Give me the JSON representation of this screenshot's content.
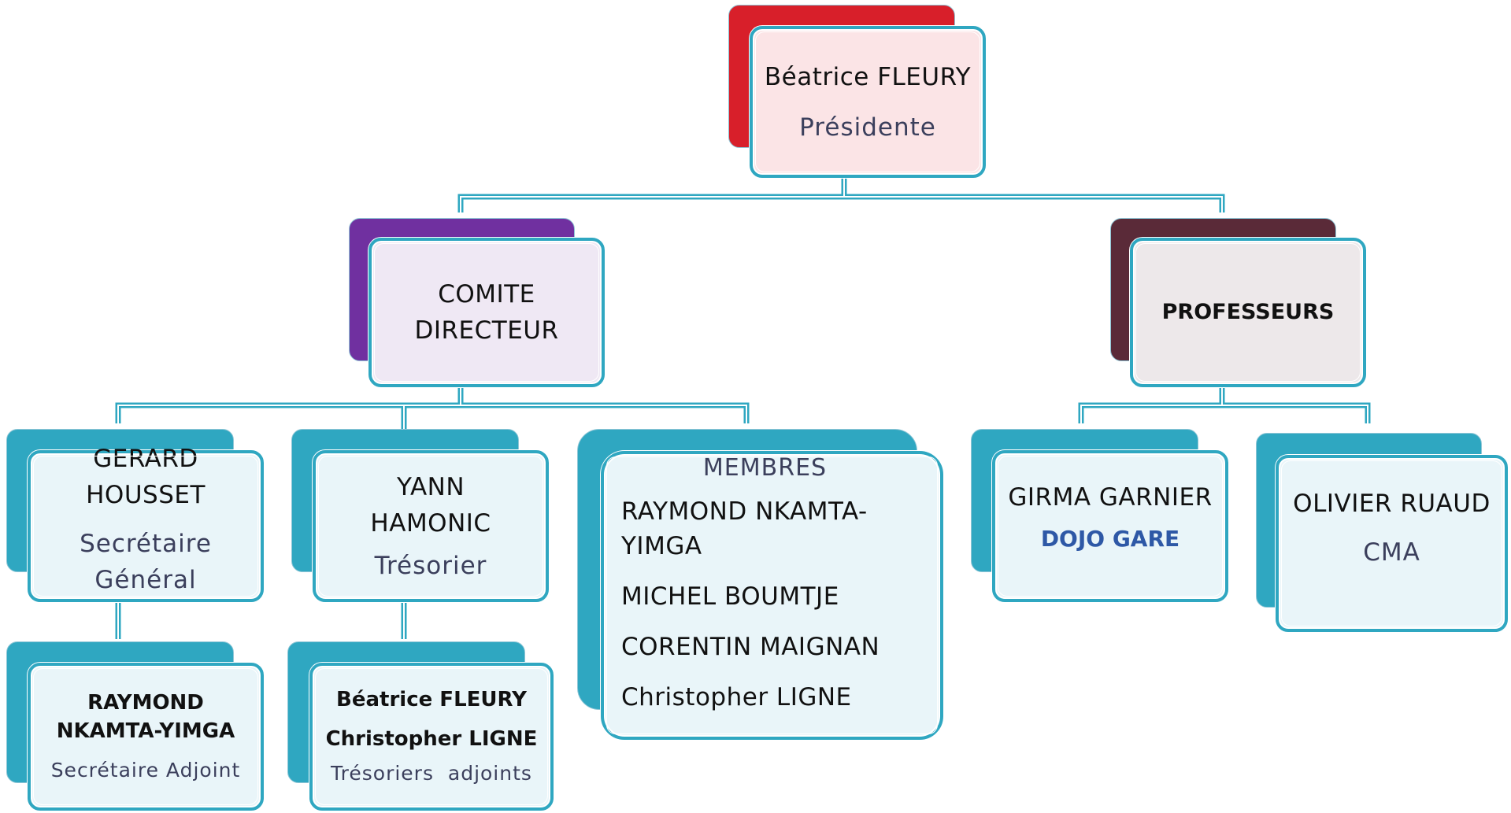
{
  "president": {
    "name": "Béatrice FLEURY",
    "role": "Présidente"
  },
  "comite": {
    "line1": "COMITE",
    "line2": "DIRECTEUR"
  },
  "professeurs": {
    "label": "PROFESSEURS"
  },
  "secretaire": {
    "first": "GERARD",
    "last": "HOUSSET",
    "role_line1": "Secrétaire",
    "role_line2": "Général"
  },
  "tresorier": {
    "first": "YANN",
    "last": "HAMONIC",
    "role": "Trésorier"
  },
  "membres": {
    "title": "MEMBRES",
    "items": [
      "RAYMOND NKAMTA-",
      "YIMGA",
      "MICHEL BOUMTJE",
      "CORENTIN MAIGNAN",
      "Christopher LIGNE"
    ]
  },
  "secretaire_adjoint": {
    "line1": "RAYMOND",
    "line2": "NKAMTA-YIMGA",
    "role": "Secrétaire Adjoint"
  },
  "tresoriers_adjoints": {
    "name1": "Béatrice FLEURY",
    "name2": "Christopher LIGNE",
    "role": "Trésoriers  adjoints"
  },
  "prof1": {
    "name": "GIRMA GARNIER",
    "role": "DOJO GARE"
  },
  "prof2": {
    "name": "OLIVIER RUAUD",
    "role": "CMA"
  },
  "colors": {
    "connector": "#2fa7c1",
    "president_accent": "#d81f2a",
    "president_fill": "#fbe4e6",
    "comite_accent": "#7030a0",
    "comite_fill": "#efe8f4",
    "prof_accent": "#5a2a38",
    "prof_fill": "#ede8ea",
    "leaf_accent": "#2fa7c1",
    "leaf_fill": "#e9f5f9"
  }
}
